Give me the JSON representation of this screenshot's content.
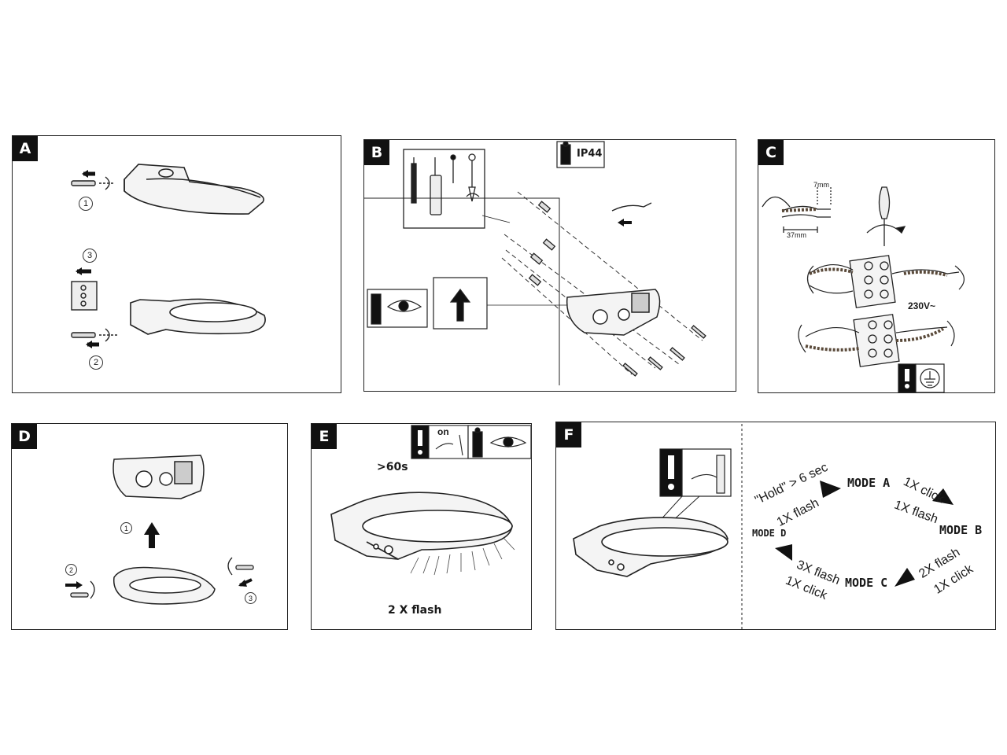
{
  "panels": {
    "a": {
      "letter": "A",
      "steps": [
        "1",
        "3",
        "2"
      ]
    },
    "b": {
      "letter": "B",
      "rating": "IP44"
    },
    "c": {
      "letter": "C",
      "dim_strip": "7mm",
      "dim_sheath": "37mm",
      "voltage": "230V~"
    },
    "d": {
      "letter": "D",
      "steps": [
        "1",
        "2",
        "3"
      ]
    },
    "e": {
      "letter": "E",
      "switch_label": "on",
      "time": ">60s",
      "flash": "2 X flash"
    },
    "f": {
      "letter": "F",
      "modes": {
        "a": "MODE A",
        "b": "MODE B",
        "c": "MODE C",
        "d": "MODE D"
      },
      "transitions": {
        "hold": "\"Hold\" > 6 sec",
        "d_a_flash": "1X flash",
        "a_b_click": "1X click",
        "a_b_flash": "1X flash",
        "b_c_flash": "2X flash",
        "b_c_click": "1X click",
        "c_d_flash": "3X flash",
        "c_d_click": "1X click"
      }
    }
  },
  "colors": {
    "line": "#222222",
    "fill_dark": "#111111",
    "cable_brown": "#5a4a3a"
  }
}
